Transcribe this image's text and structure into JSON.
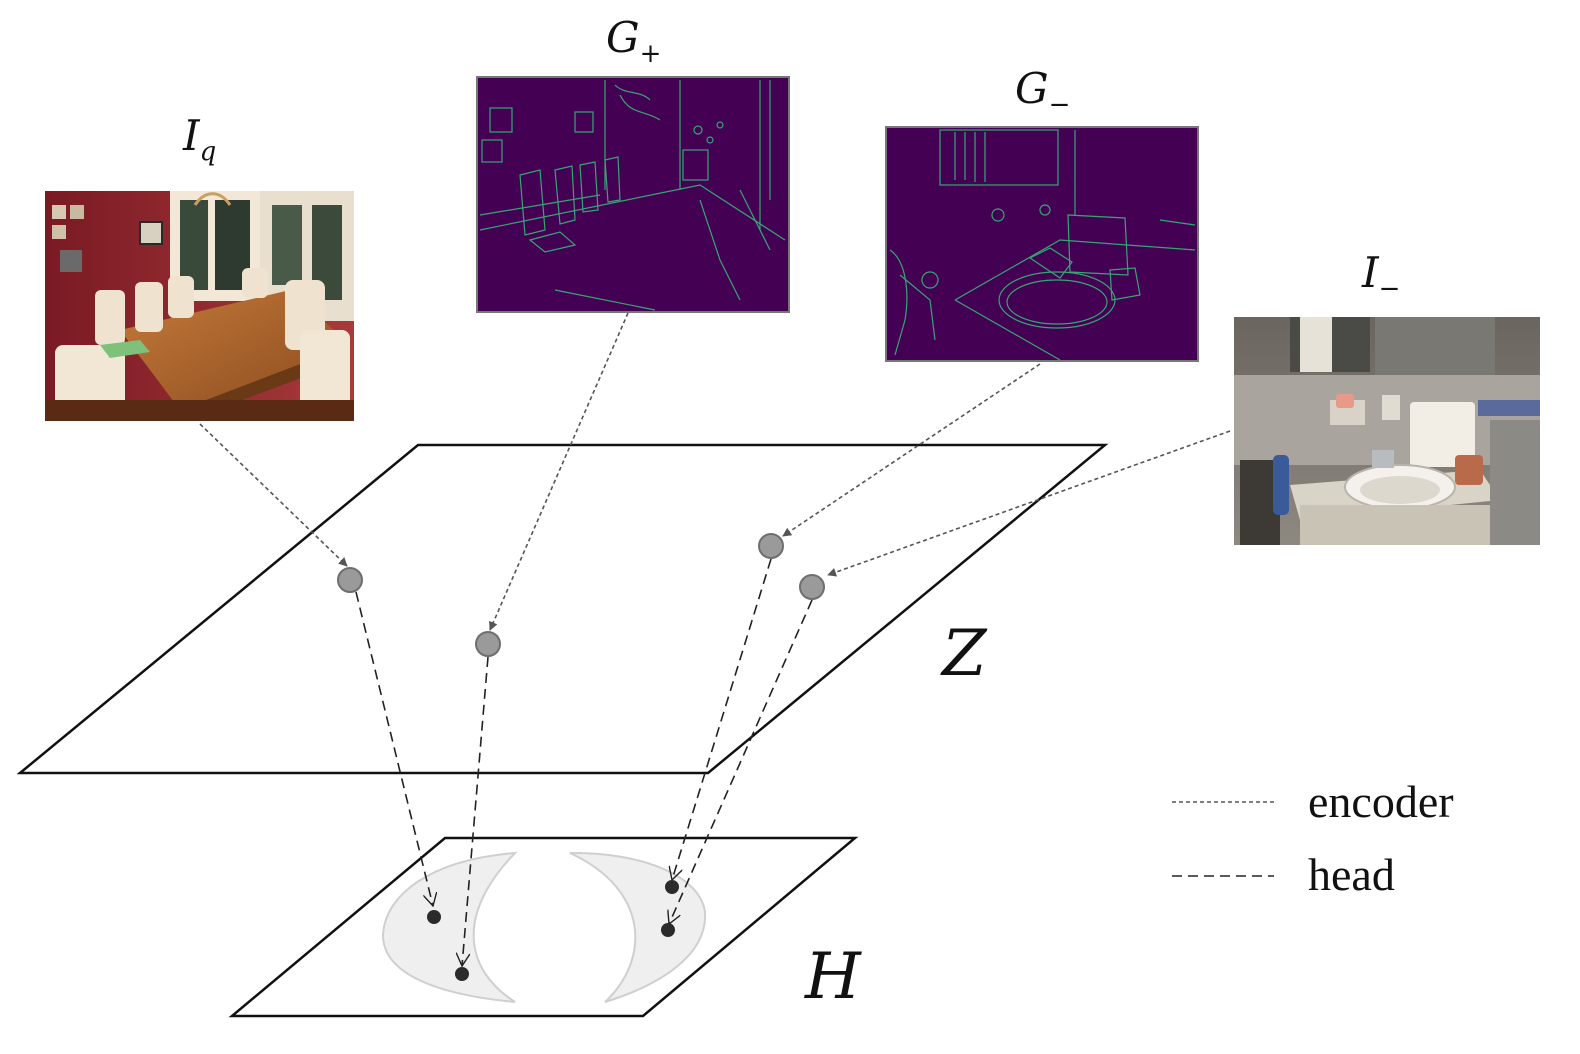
{
  "labels": {
    "query_image": {
      "base": "I",
      "sub": "q"
    },
    "positive_edge": {
      "base": "G",
      "sub": "+"
    },
    "negative_edge": {
      "base": "G",
      "sub": "−"
    },
    "negative_image": {
      "base": "I",
      "sub": "−"
    },
    "feature_space": "Z",
    "head_space": "H"
  },
  "legend": {
    "encoder": "encoder",
    "head": "head"
  },
  "colors": {
    "stroke": "#111111",
    "edge_map_background": "#440154",
    "edge_lines": "#35b779",
    "feature_point": "#9a9a9a",
    "head_point": "#2b2b2b",
    "cluster_fill": "#efefef",
    "cluster_stroke": "#cfcfcf"
  }
}
